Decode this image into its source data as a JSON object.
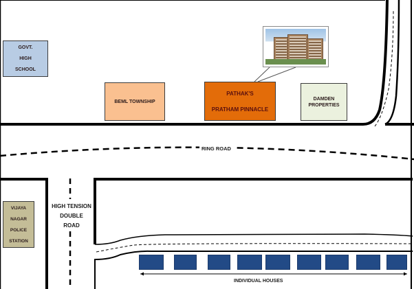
{
  "map": {
    "colors": {
      "road_line": "#000000",
      "govt_school": "#b8cce4",
      "beml_township": "#fac090",
      "pathaks_pratham": "#e36c09",
      "damden_properties": "#ebf1de",
      "police_station": "#c4bd97",
      "houses": "#224a86"
    },
    "landmarks": {
      "govt_school": {
        "line1": "GOVT.",
        "line2": "HIGH",
        "line3": "SCHOOL"
      },
      "beml_township": {
        "label": "BEML TOWNSHIP"
      },
      "project": {
        "line1": "PATHAK'S",
        "line2": "PRATHAM PINNACLE"
      },
      "damden": {
        "line1": "DAMDEN",
        "line2": "PROPERTIES"
      },
      "police_station": {
        "line1": "VIJAYA",
        "line2": "NAGAR",
        "line3": "POLICE",
        "line4": "STATION"
      }
    },
    "roads": {
      "ring_road": "RING ROAD",
      "high_tension": {
        "line1": "HIGH TENSION",
        "line2": "DOUBLE",
        "line3": "ROAD"
      }
    },
    "houses": {
      "label": "INDIVIDUAL HOUSES",
      "count": 9
    },
    "project_image": {
      "icon": "building-photo-icon"
    }
  }
}
